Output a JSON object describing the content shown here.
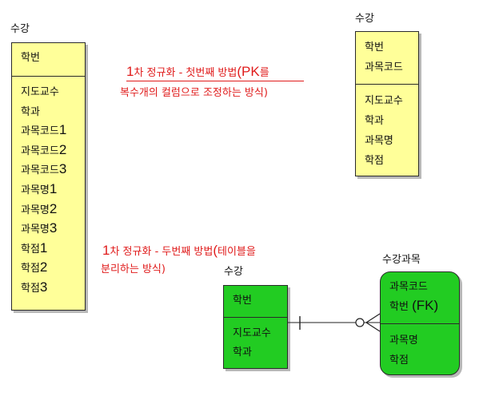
{
  "entities": {
    "left": {
      "title": "수강",
      "key": [
        "학번"
      ],
      "attrs": [
        {
          "name": "지도교수",
          "num": ""
        },
        {
          "name": "학과",
          "num": ""
        },
        {
          "name": "과목코드",
          "num": "1"
        },
        {
          "name": "과목코드",
          "num": "2"
        },
        {
          "name": "과목코드",
          "num": "3"
        },
        {
          "name": "과목명",
          "num": "1"
        },
        {
          "name": "과목명",
          "num": "2"
        },
        {
          "name": "과목명",
          "num": "3"
        },
        {
          "name": "학점",
          "num": "1"
        },
        {
          "name": "학점",
          "num": "2"
        },
        {
          "name": "학점",
          "num": "3"
        }
      ]
    },
    "right_top": {
      "title": "수강",
      "key": [
        "학번",
        "과목코드"
      ],
      "attrs": [
        "지도교수",
        "학과",
        "과목명",
        "학점"
      ]
    },
    "bottom_mid": {
      "title": "수강",
      "key": [
        "학번"
      ],
      "attrs": [
        "지도교수",
        "학과"
      ]
    },
    "bottom_right": {
      "title": "수강과목",
      "key": [
        "과목코드",
        "학번"
      ],
      "key_suffix": "(FK)",
      "attrs": [
        "과목명",
        "학점"
      ]
    }
  },
  "notes": {
    "method1": {
      "num": "1",
      "line1": "차 정규화 - 첫번째 방법",
      "line1_big": "(PK",
      "line1_tail": "를",
      "line2": "복수개의 컬럼으로 조정하는 방식)"
    },
    "method2": {
      "num": "1",
      "line1": "차 정규화 - 두번째 방법",
      "line1_big": "(",
      "line1_tail": "테이블을",
      "line2": "분리하는 방식)"
    }
  },
  "colors": {
    "entity_yellow": "#ffff99",
    "entity_green": "#22cc22",
    "note_red": "#e01b1b"
  }
}
